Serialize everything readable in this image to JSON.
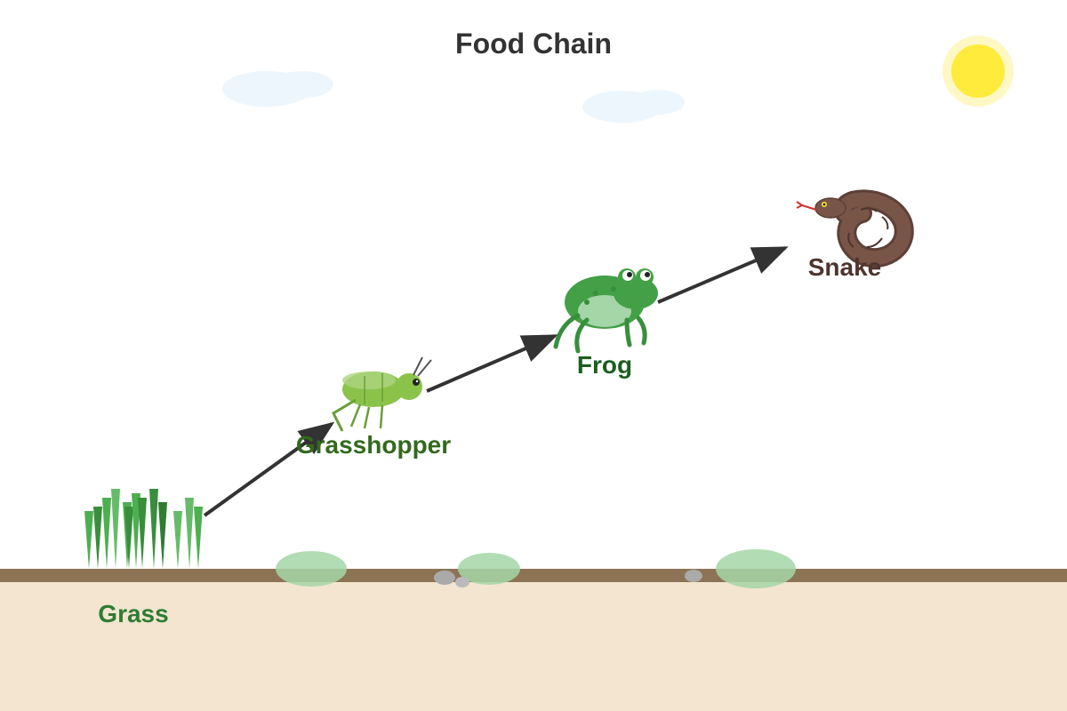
{
  "title": "Food Chain",
  "organisms": [
    {
      "label": "Grass",
      "color": "#2e7d32"
    },
    {
      "label": "Grasshopper",
      "color": "#33691e"
    },
    {
      "label": "Frog",
      "color": "#1b5e20"
    },
    {
      "label": "Snake",
      "color": "#4e342e"
    }
  ],
  "colors": {
    "title": "#333333",
    "arrow": "#333333",
    "ground_strip": "#8d7355",
    "soil": "#f3e5d0",
    "sun": "#ffeb3b",
    "sun_glow": "#fff8c4",
    "cloud": "#eef6fd",
    "grass_light": "#66bb6a",
    "grass_mid": "#4caf50",
    "grass_dark": "#388e3c",
    "grasshopper": "#8bc34a",
    "frog": "#43a047",
    "snake": "#795548",
    "bush": "#a5d6a7",
    "pebble": "#aaaaaa"
  }
}
